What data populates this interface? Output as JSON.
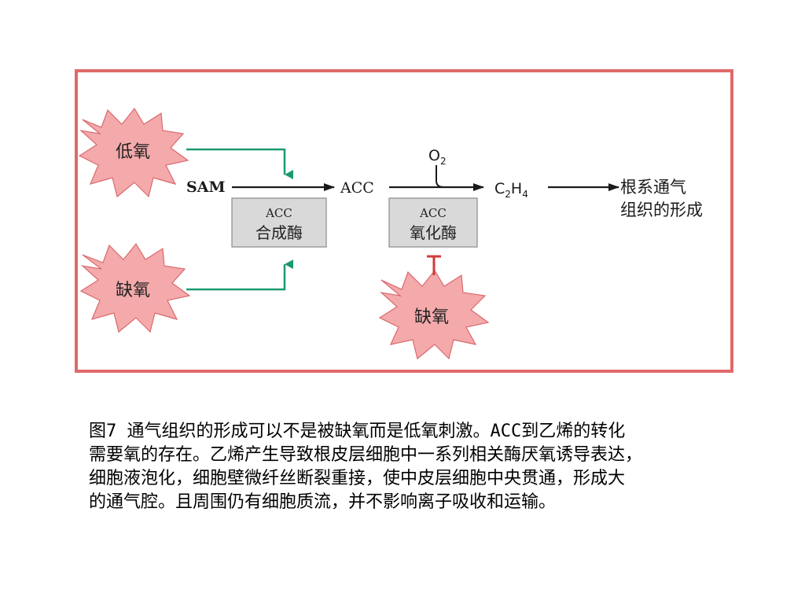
{
  "diagram": {
    "sam": "SAM",
    "acc": "ACC",
    "o2": {
      "base": "O",
      "sub": "2"
    },
    "ethylene": {
      "c": "C",
      "c_sub": "2",
      "h": "H",
      "h_sub": "4"
    },
    "result_line1": "根系通气",
    "result_line2": "组织的形成",
    "synthase": {
      "line1": "ACC",
      "line2": "合成酶"
    },
    "oxidase": {
      "line1": "ACC",
      "line2": "氧化酶"
    },
    "hypoxia_top": "低氧",
    "anoxia_bottom": "缺氧",
    "anoxia_right": "缺氧"
  },
  "colors": {
    "frame_border": "#e06a6a",
    "burst_fill": "#f4a9ab",
    "burst_stroke": "#d96a6e",
    "promote_arrow": "#1a9a6e",
    "inhibit_mark": "#d23a3a",
    "enzyme_box": "#d9d9d9"
  },
  "caption": "图7 通气组织的形成可以不是被缺氧而是低氧刺激。ACC到乙烯的转化\n需要氧的存在。乙烯产生导致根皮层细胞中一系列相关酶厌氧诱导表达，\n细胞液泡化，细胞壁微纤丝断裂重接，使中皮层细胞中央贯通，形成大\n的通气腔。且周围仍有细胞质流，并不影响离子吸收和运输。"
}
